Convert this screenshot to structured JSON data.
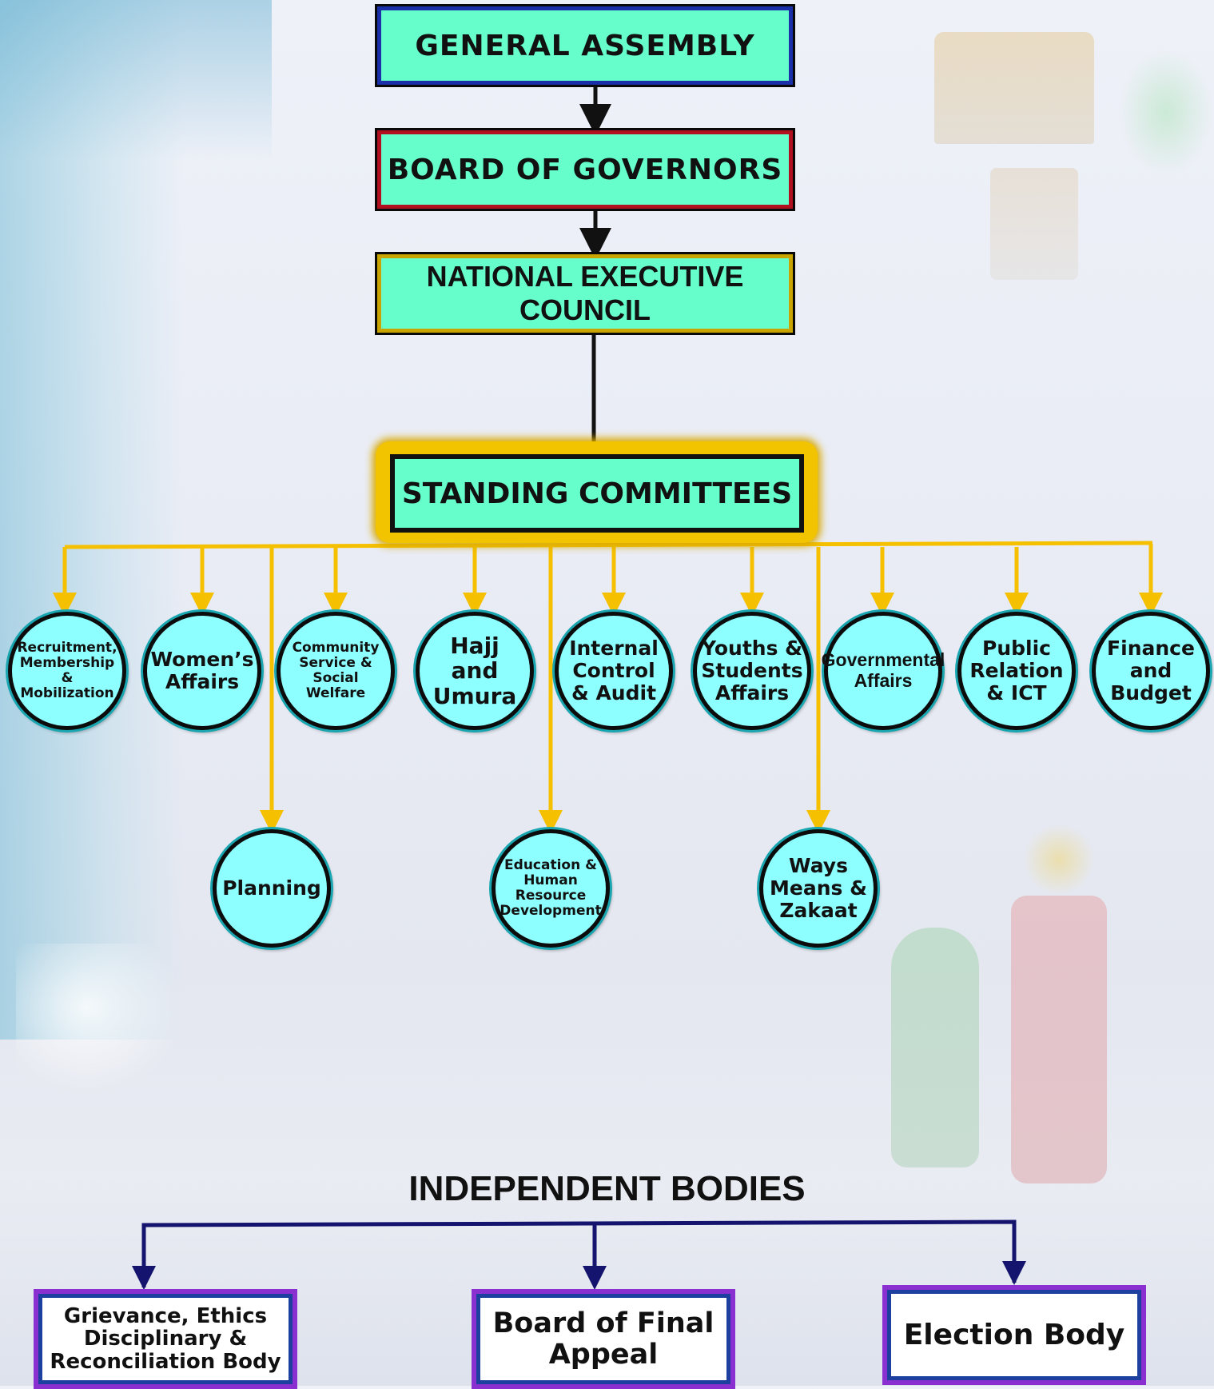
{
  "hierarchy": {
    "general_assembly": "GENERAL ASSEMBLY",
    "board_of_governors": "BOARD OF GOVERNORS",
    "national_executive_council": "NATIONAL EXECUTIVE COUNCIL",
    "standing_committees": "STANDING COMMITTEES"
  },
  "committees_row1": [
    {
      "label": "Recruitment, Membership & Mobilization"
    },
    {
      "label": "Women’s Affairs"
    },
    {
      "label": "Community Service & Social Welfare"
    },
    {
      "label": "Hajj and Umura"
    },
    {
      "label": "Internal Control & Audit"
    },
    {
      "label": "Youths & Students Affairs"
    },
    {
      "label": "Governmental Affairs"
    },
    {
      "label": "Public Relation & ICT"
    },
    {
      "label": "Finance and Budget"
    }
  ],
  "committees_row2": [
    {
      "label": "Planning"
    },
    {
      "label": "Education & Human Resource Development"
    },
    {
      "label": "Ways Means & Zakaat"
    }
  ],
  "independent_bodies": {
    "title": "INDEPENDENT BODIES",
    "bodies": [
      {
        "label": "Grievance, Ethics Disciplinary & Reconciliation Body"
      },
      {
        "label": "Board of Final Appeal"
      },
      {
        "label": "Election Body"
      }
    ]
  },
  "colors": {
    "box_fill": "#66ffcc",
    "circle_fill": "#8effff",
    "connector_gold": "#f5c000",
    "connector_navy": "#14146e",
    "ga_border": "#1a2fa8",
    "bog_border": "#b01020",
    "nec_border": "#caa400",
    "ib_border": "#8a2fd0"
  }
}
